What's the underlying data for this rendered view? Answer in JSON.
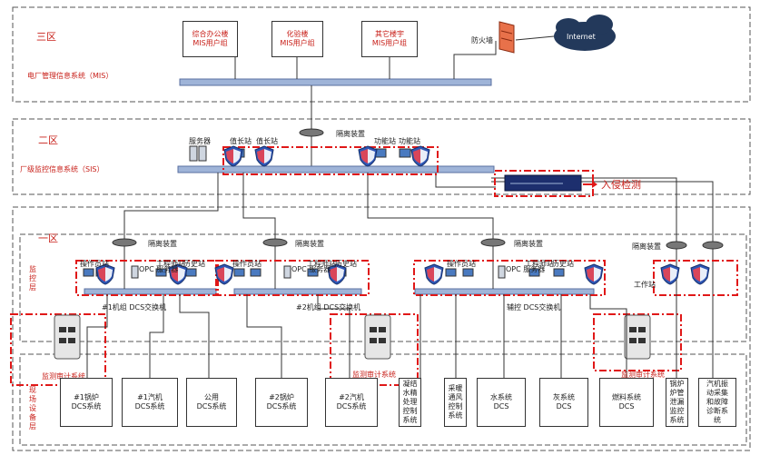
{
  "zones": {
    "zone3": {
      "label": "三区",
      "system": "电厂管理信息系统（MIS）"
    },
    "zone2": {
      "label": "二区",
      "system": "厂级监控信息系统（SIS）"
    },
    "zone1": {
      "label": "一区",
      "layer_control": "监\n控\n层",
      "layer_field": "现\n场\n设\n备\n层"
    }
  },
  "mis_users": [
    "综合办公楼\nMIS用户组",
    "化验楼\nMIS用户组",
    "其它楼宇\nMIS用户组"
  ],
  "firewall_label": "防火墙",
  "internet_label": "Internet",
  "isolation_label": "隔离装置",
  "sis_nodes": {
    "server": "服务器",
    "duty1": "值长站",
    "duty2": "值长站",
    "func1": "功能站",
    "func2": "功能站"
  },
  "intrusion_label": "入侵检测",
  "dcs_switches": [
    "#1机组\nDCS交换机",
    "#2机组\nDCS交换机",
    "辅控\nDCS交换机"
  ],
  "station_labels": {
    "operator": "操作员站",
    "engineer": "工程师站",
    "history": "历史站",
    "opc": "OPC\n服务器",
    "workstation": "工作站"
  },
  "audit_label": "监测审计系统",
  "field_systems": [
    "#1锅炉\nDCS系统",
    "#1汽机\nDCS系统",
    "公用\nDCS系统",
    "#2锅炉\nDCS系统",
    "#2汽机\nDCS系统",
    "凝结\n水精\n处理\n控制\n系统",
    "采暖\n通风\n控制\n系统",
    "水系统\nDCS",
    "灰系统\nDCS",
    "燃料系统\nDCS",
    "锅炉\n炉管\n泄漏\n监控\n系统",
    "汽机振\n动采集\n和故障\n诊断系\n统"
  ],
  "colors": {
    "accent": "#c8201a",
    "bus": "#9fb4d8",
    "shield": "#2e56b5"
  }
}
